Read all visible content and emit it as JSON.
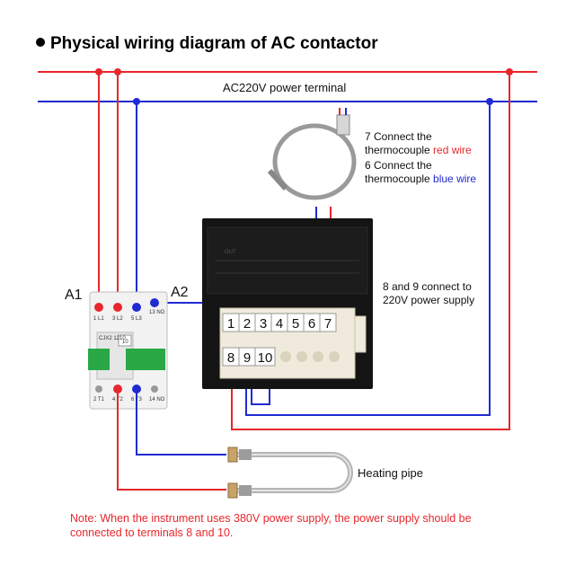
{
  "title": "Physical wiring diagram of AC contactor",
  "power_label": "AC220V power terminal",
  "contactor": {
    "a1": "A1",
    "a2": "A2",
    "top_labels": [
      "1 L1",
      "3 L2",
      "5 L3",
      "13 NO"
    ],
    "model": "CJX2 1210",
    "aux": "10",
    "bottom_labels": [
      "2 T1",
      "4 T2",
      "6 T3",
      "14 NO"
    ]
  },
  "controller": {
    "top_terminals": [
      "1",
      "2",
      "3",
      "4",
      "5",
      "6",
      "7"
    ],
    "bottom_terminals": [
      "8",
      "9",
      "10"
    ]
  },
  "notes": {
    "thermo_red_1": "7 Connect the",
    "thermo_red_2a": "thermocouple ",
    "thermo_red_2b": "red wire",
    "thermo_blue_1": "6 Connect the",
    "thermo_blue_2a": "thermocouple ",
    "thermo_blue_2b": "blue wire",
    "supply_1": "8 and 9 connect to",
    "supply_2": "220V power supply",
    "heating": "Heating pipe",
    "warning_1": "Note: When the instrument uses 380V power supply, the power supply should be",
    "warning_2": "connected to terminals 8 and 10."
  },
  "colors": {
    "red": "#e8262c",
    "blue": "#1f2bd1",
    "black": "#111111"
  }
}
